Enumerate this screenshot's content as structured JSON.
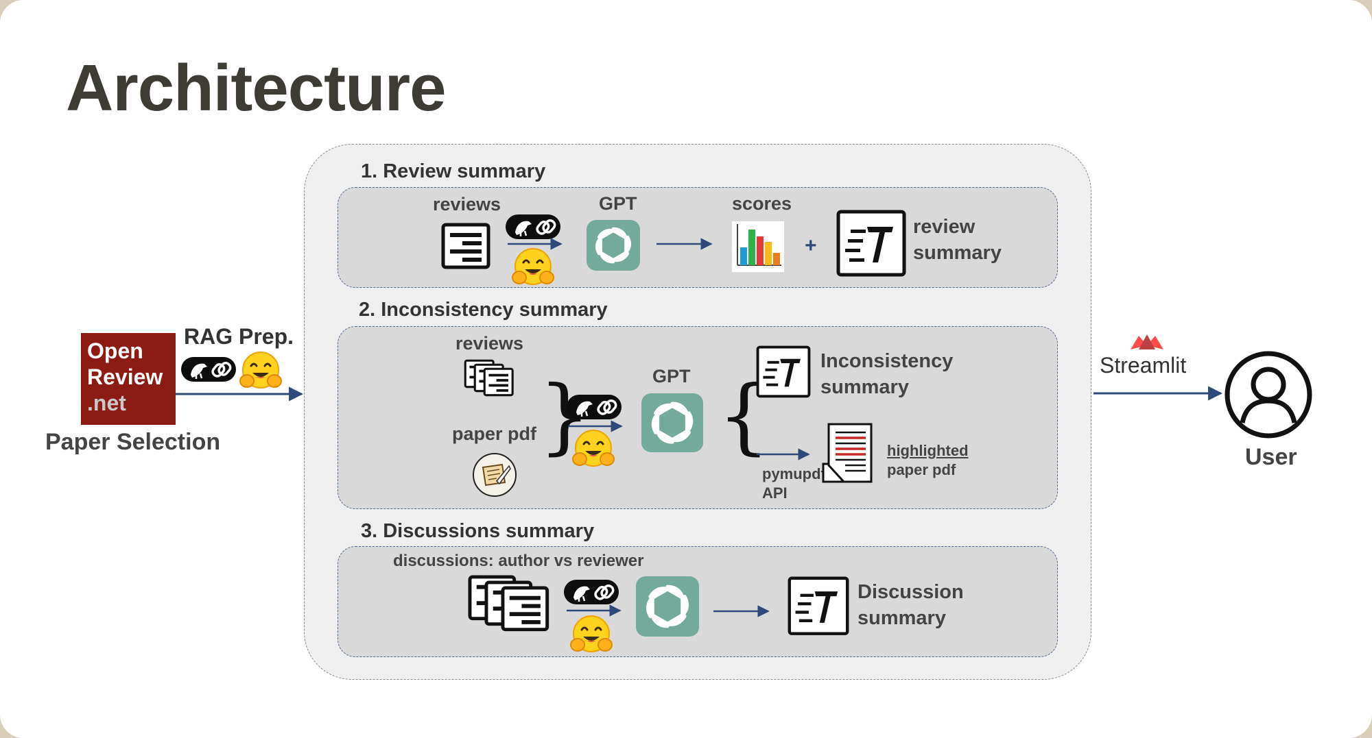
{
  "slide": {
    "title": "Architecture",
    "left": {
      "logo": {
        "line1": "Open",
        "line2": "Review",
        "line3": ".net"
      },
      "caption": "Paper Selection",
      "rag_label": "RAG Prep."
    },
    "sections": [
      {
        "title": "1. Review summary",
        "input_label": "reviews",
        "model_label": "GPT",
        "scores_label": "scores",
        "plus": "+",
        "output_label_line1": "review",
        "output_label_line2": "summary"
      },
      {
        "title": "2. Inconsistency summary",
        "input_label": "reviews",
        "input2_label": "paper pdf",
        "model_label": "GPT",
        "output_label_line1": "Inconsistency",
        "output_label_line2": "summary",
        "tool_line1": "pymupdf",
        "tool_line2": "API",
        "pdf_label_line1": "highlighted",
        "pdf_label_line2": "paper pdf"
      },
      {
        "title": "3. Discussions summary",
        "input_label": "discussions:  author vs reviewer",
        "output_label_line1": "Discussion",
        "output_label_line2": "summary"
      }
    ],
    "right": {
      "framework_label": "Streamlit",
      "user_label": "User"
    },
    "colors": {
      "background_frame": "#d7cdb9",
      "openreview_red": "#8c1b13",
      "gpt_green": "#74aa9c",
      "panel_gray": "#d9d9d9",
      "arrow_blue": "#2e4a7a",
      "streamlit_red": "#ff4b4b",
      "hug_yellow": "#ffd21e"
    }
  }
}
